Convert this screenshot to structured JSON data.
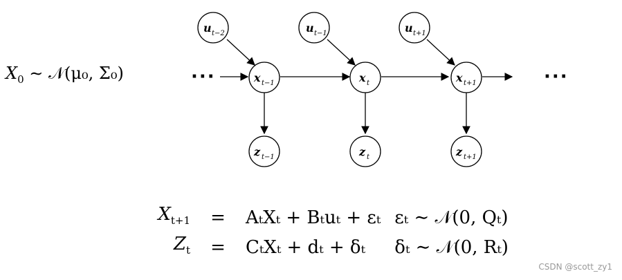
{
  "prior": {
    "lhs": "X",
    "lhs_sub": "0",
    "rel": "∼",
    "dist": "𝒩",
    "args": "(μ₀, Σ₀)"
  },
  "graph": {
    "leading_dots": "···",
    "trailing_dots": "···",
    "controls": [
      {
        "label": "u",
        "sub": "t−2"
      },
      {
        "label": "u",
        "sub": "t−1"
      },
      {
        "label": "u",
        "sub": "t+1"
      }
    ],
    "states": [
      {
        "label": "x",
        "sub": "t−1"
      },
      {
        "label": "x",
        "sub": "t"
      },
      {
        "label": "x",
        "sub": "t+1"
      }
    ],
    "observations": [
      {
        "label": "z",
        "sub": "t−1"
      },
      {
        "label": "z",
        "sub": "t"
      },
      {
        "label": "z",
        "sub": "t+1"
      }
    ]
  },
  "equations": [
    {
      "lhs": "X",
      "lhs_sub": "t+1",
      "op": "=",
      "rhs": "AₜXₜ + Bₜuₜ + εₜ",
      "noise": "εₜ ∼ 𝒩(0, Qₜ)"
    },
    {
      "lhs": "Z",
      "lhs_sub": "t",
      "op": "=",
      "rhs": "CₜXₜ + dₜ + δₜ",
      "noise": "δₜ ∼ 𝒩(0, Rₜ)"
    }
  ],
  "watermark": "CSDN @scott_zy1"
}
